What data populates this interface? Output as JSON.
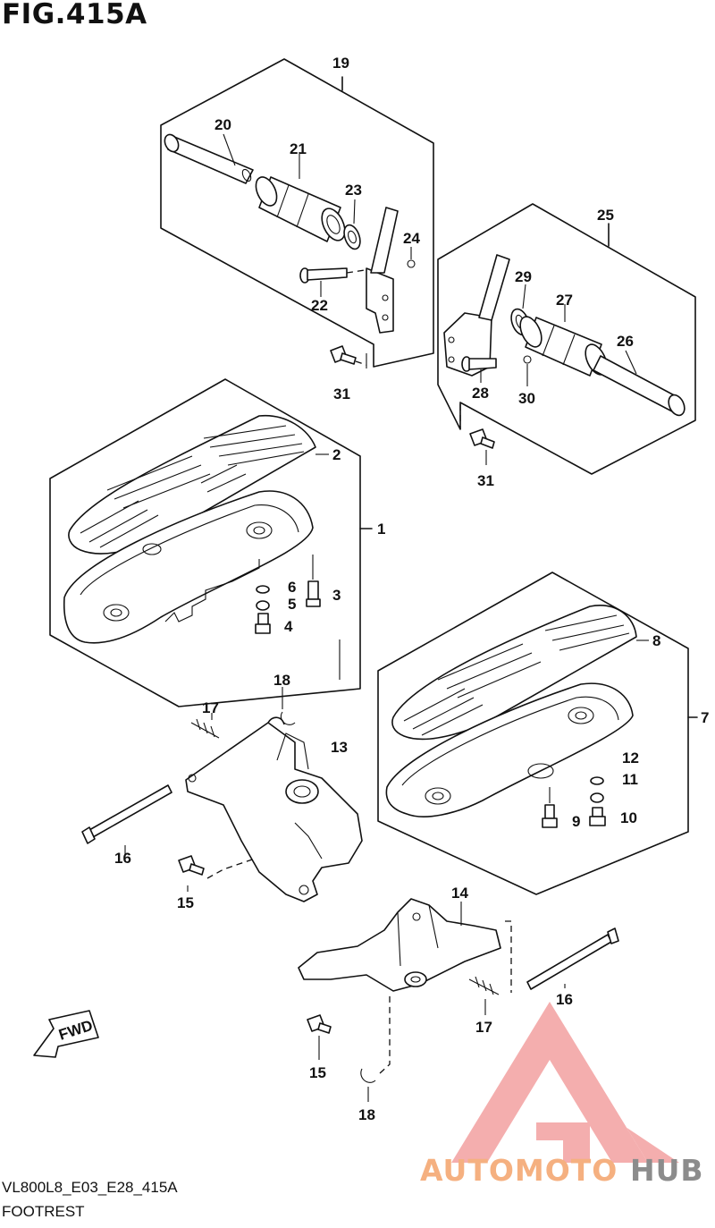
{
  "figure": {
    "title": "FIG.415A",
    "model_code": "VL800L8_E03_E28_415A",
    "section_name": "FOOTREST",
    "direction_label": "FWD"
  },
  "callouts": {
    "c1": "1",
    "c2": "2",
    "c3": "3",
    "c4": "4",
    "c5": "5",
    "c6": "6",
    "c7": "7",
    "c8": "8",
    "c9": "9",
    "c10": "10",
    "c11": "11",
    "c12": "12",
    "c13": "13",
    "c14": "14",
    "c15a": "15",
    "c15b": "15",
    "c16a": "16",
    "c16b": "16",
    "c17a": "17",
    "c17b": "17",
    "c18a": "18",
    "c18b": "18",
    "c19": "19",
    "c20": "20",
    "c21": "21",
    "c22": "22",
    "c23": "23",
    "c24": "24",
    "c25": "25",
    "c26": "26",
    "c27": "27",
    "c28": "28",
    "c29": "29",
    "c30": "30",
    "c31a": "31",
    "c31b": "31"
  },
  "watermark": {
    "text_part1": "AUTOMOTO",
    "text_part2": "HUB",
    "color_primary": "#f08a8a",
    "color_accent": "#f5c27a",
    "color_secondary": "#8c8c8c"
  }
}
